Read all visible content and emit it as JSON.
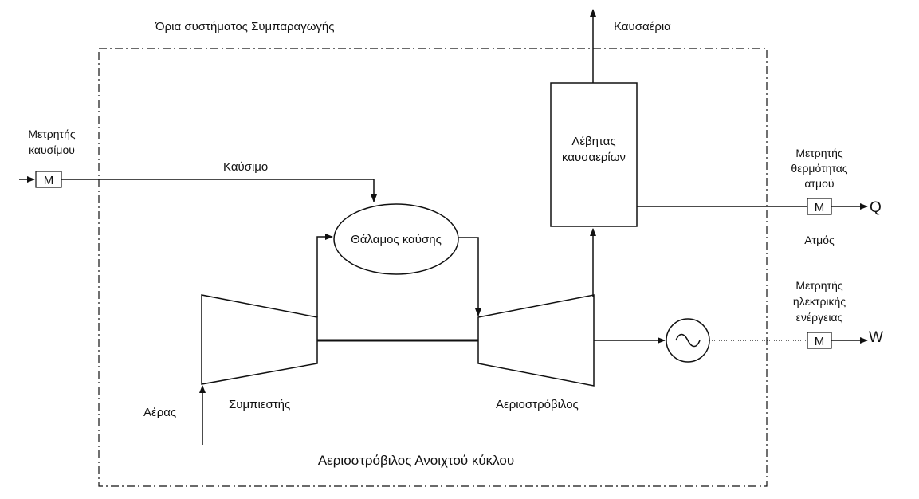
{
  "labels": {
    "system_boundary": "Όρια συστήματος Συμπαραγωγής",
    "exhaust": "Καυσαέρια",
    "fuel_meter_line1": "Μετρητής",
    "fuel_meter_line2": "καυσίμου",
    "fuel": "Καύσιμο",
    "combustion_chamber": "Θάλαμος καύσης",
    "boiler_line1": "Λέβητας",
    "boiler_line2": "καυσαερίων",
    "heat_meter_line1": "Μετρητής",
    "heat_meter_line2": "θερμότητας",
    "heat_meter_line3": "ατμού",
    "steam": "Ατμός",
    "elec_meter_line1": "Μετρητής",
    "elec_meter_line2": "ηλεκτρικής",
    "elec_meter_line3": "ενέργειας",
    "air": "Αέρας",
    "compressor": "Συμπιεστής",
    "turbine": "Αεριοστρόβιλος",
    "caption": "Αεριοστρόβιλος Ανοιχτού κύκλου",
    "meter_symbol": "M",
    "heat_output": "Q",
    "power_output": "W"
  }
}
